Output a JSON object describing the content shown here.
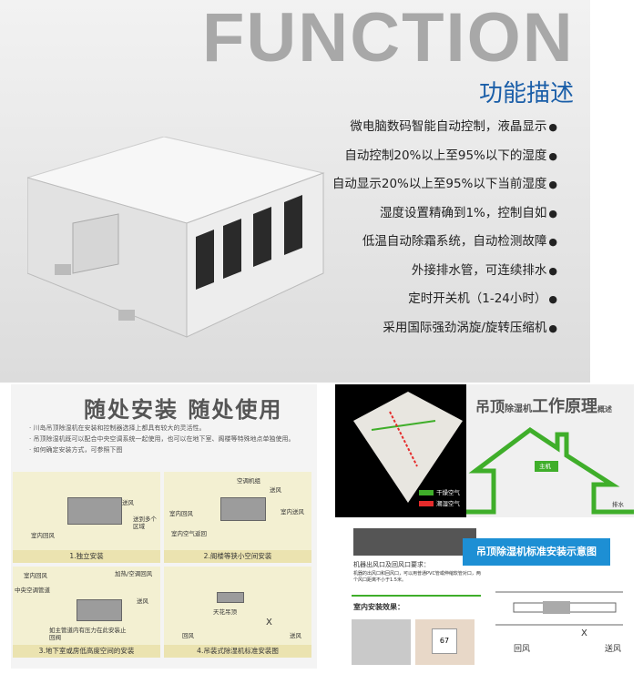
{
  "header": {
    "title": "FUNCTION",
    "subtitle": "功能描述"
  },
  "features": [
    "微电脑数码智能自动控制，液晶显示",
    "自动控制20%以上至95%以下的湿度",
    "自动显示20%以上至95%以下当前湿度",
    "湿度设置精确到1%，控制自如",
    "低温自动除霜系统，自动检测故障",
    "外接排水管，可连续排水",
    "定时开关机（1-24小时）",
    "采用国际强劲涡旋/旋转压缩机"
  ],
  "bullet": "●",
  "install": {
    "title": "随处安装 随处使用",
    "notes": [
      "· 川岛吊顶除湿机在安装和控制器选择上都具有较大的灵活性。",
      "· 吊顶除湿机既可以配合中央空调系统一起使用，也可以在地下室、阁楼等特殊地点单独使用。",
      "· 如何确定安装方式，可参照下图"
    ],
    "diagrams": [
      {
        "caption": "1.独立安装",
        "labels": [
          "送风",
          "室内回风",
          "送到多个区域"
        ]
      },
      {
        "caption": "2.阁楼等狭小空间安装",
        "labels": [
          "空调机组",
          "送风",
          "室内回风",
          "室内送风",
          "室内空气返回"
        ]
      },
      {
        "caption": "3.地下室或房低高度空间的安装",
        "labels": [
          "室内回风",
          "中央空调管道",
          "加热/空调回风",
          "送风",
          "如主管道内有压力在此安装止回阀"
        ]
      },
      {
        "caption": "4.吊装式除湿机标准安装图",
        "labels": [
          "天花吊顶",
          "回风",
          "送风",
          "X"
        ]
      }
    ]
  },
  "house": {
    "legend": [
      "干燥空气",
      "潮湿空气"
    ]
  },
  "principle": {
    "title_a": "吊顶",
    "title_b": "除湿机",
    "title_c": "工作原理",
    "title_d": "概述",
    "unit_label": "主机",
    "drain": "排水"
  },
  "standard": {
    "button": "吊顶除湿机标准安装示意图",
    "req_title": "机器出风口及回风口要求：",
    "req_text": "机器的出风口和回风口，可以用普通PVC管或伸缩软管对口，两个风口距离不小于1.5米。",
    "effect_title": "室内安装效果：",
    "return": "回风",
    "supply": "送风",
    "x": "X",
    "display": "67"
  },
  "colors": {
    "accent": "#1d8fd4",
    "green": "#3fae2a",
    "red": "#e52b2b"
  }
}
